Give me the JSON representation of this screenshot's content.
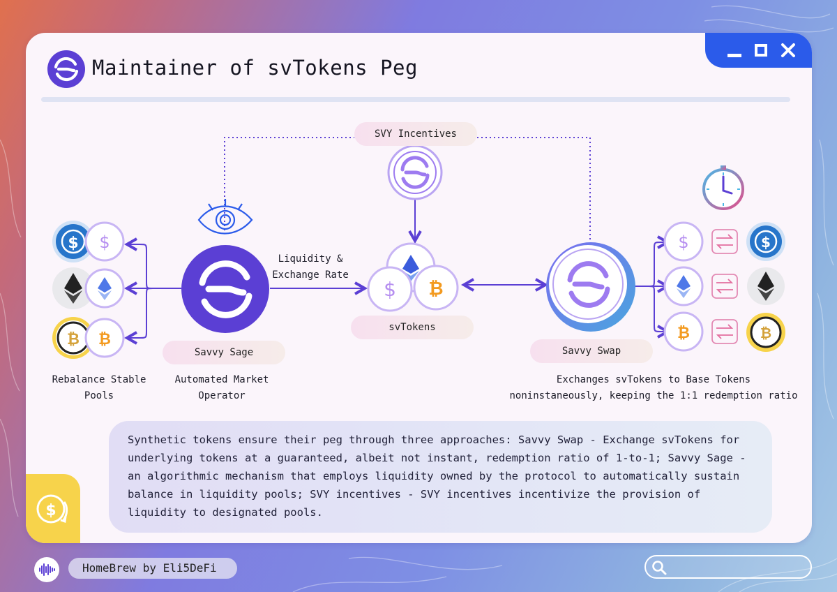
{
  "window": {
    "title": "Maintainer of svTokens Peg",
    "controls": [
      "minimize-icon",
      "maximize-icon",
      "close-icon"
    ]
  },
  "diagram": {
    "top_label": "SVY Incentives",
    "flow_label_line1": "Liquidity &",
    "flow_label_line2": "Exchange Rate",
    "center_label": "svTokens",
    "left_node_label": "Savvy Sage",
    "right_node_label": "Savvy Swap",
    "caption_left_line1": "Rebalance Stable",
    "caption_left_line2": "Pools",
    "caption_sage_line1": "Automated Market",
    "caption_sage_line2": "Operator",
    "caption_swap_line1": "Exchanges svTokens to Base Tokens",
    "caption_swap_line2": "noninstaneously, keeping the 1:1 redemption ratio",
    "left_tokens": [
      "usdc-icon",
      "ethereum-icon",
      "bitcoin-icon"
    ],
    "left_sv_tokens": [
      "sv-dollar-icon",
      "sv-ethereum-icon",
      "sv-bitcoin-icon"
    ],
    "right_sv_tokens": [
      "sv-dollar-icon",
      "sv-ethereum-icon",
      "sv-bitcoin-icon"
    ],
    "right_tokens": [
      "usdc-icon",
      "ethereum-icon",
      "bitcoin-icon"
    ]
  },
  "summary_lines": [
    "Synthetic tokens ensure their peg through three approaches: Savvy Swap - Exchange svTokens for",
    "underlying tokens at a guaranteed, albeit not instant, redemption ratio of 1-to-1; Savvy Sage -",
    "an algorithmic mechanism that employs liquidity owned by the protocol to automatically sustain",
    "balance in liquidity pools; SVY incentives - SVY incentives incentivize the provision of",
    "liquidity to designated pools."
  ],
  "footer": {
    "brand": "HomeBrew by Eli5DeFi"
  },
  "colors": {
    "accent_purple": "#5b3fd4",
    "window_blue": "#2b5bea",
    "usdc_blue": "#2775ca",
    "bitcoin_orange": "#f39a1f",
    "badge_yellow": "#f7d34b"
  }
}
